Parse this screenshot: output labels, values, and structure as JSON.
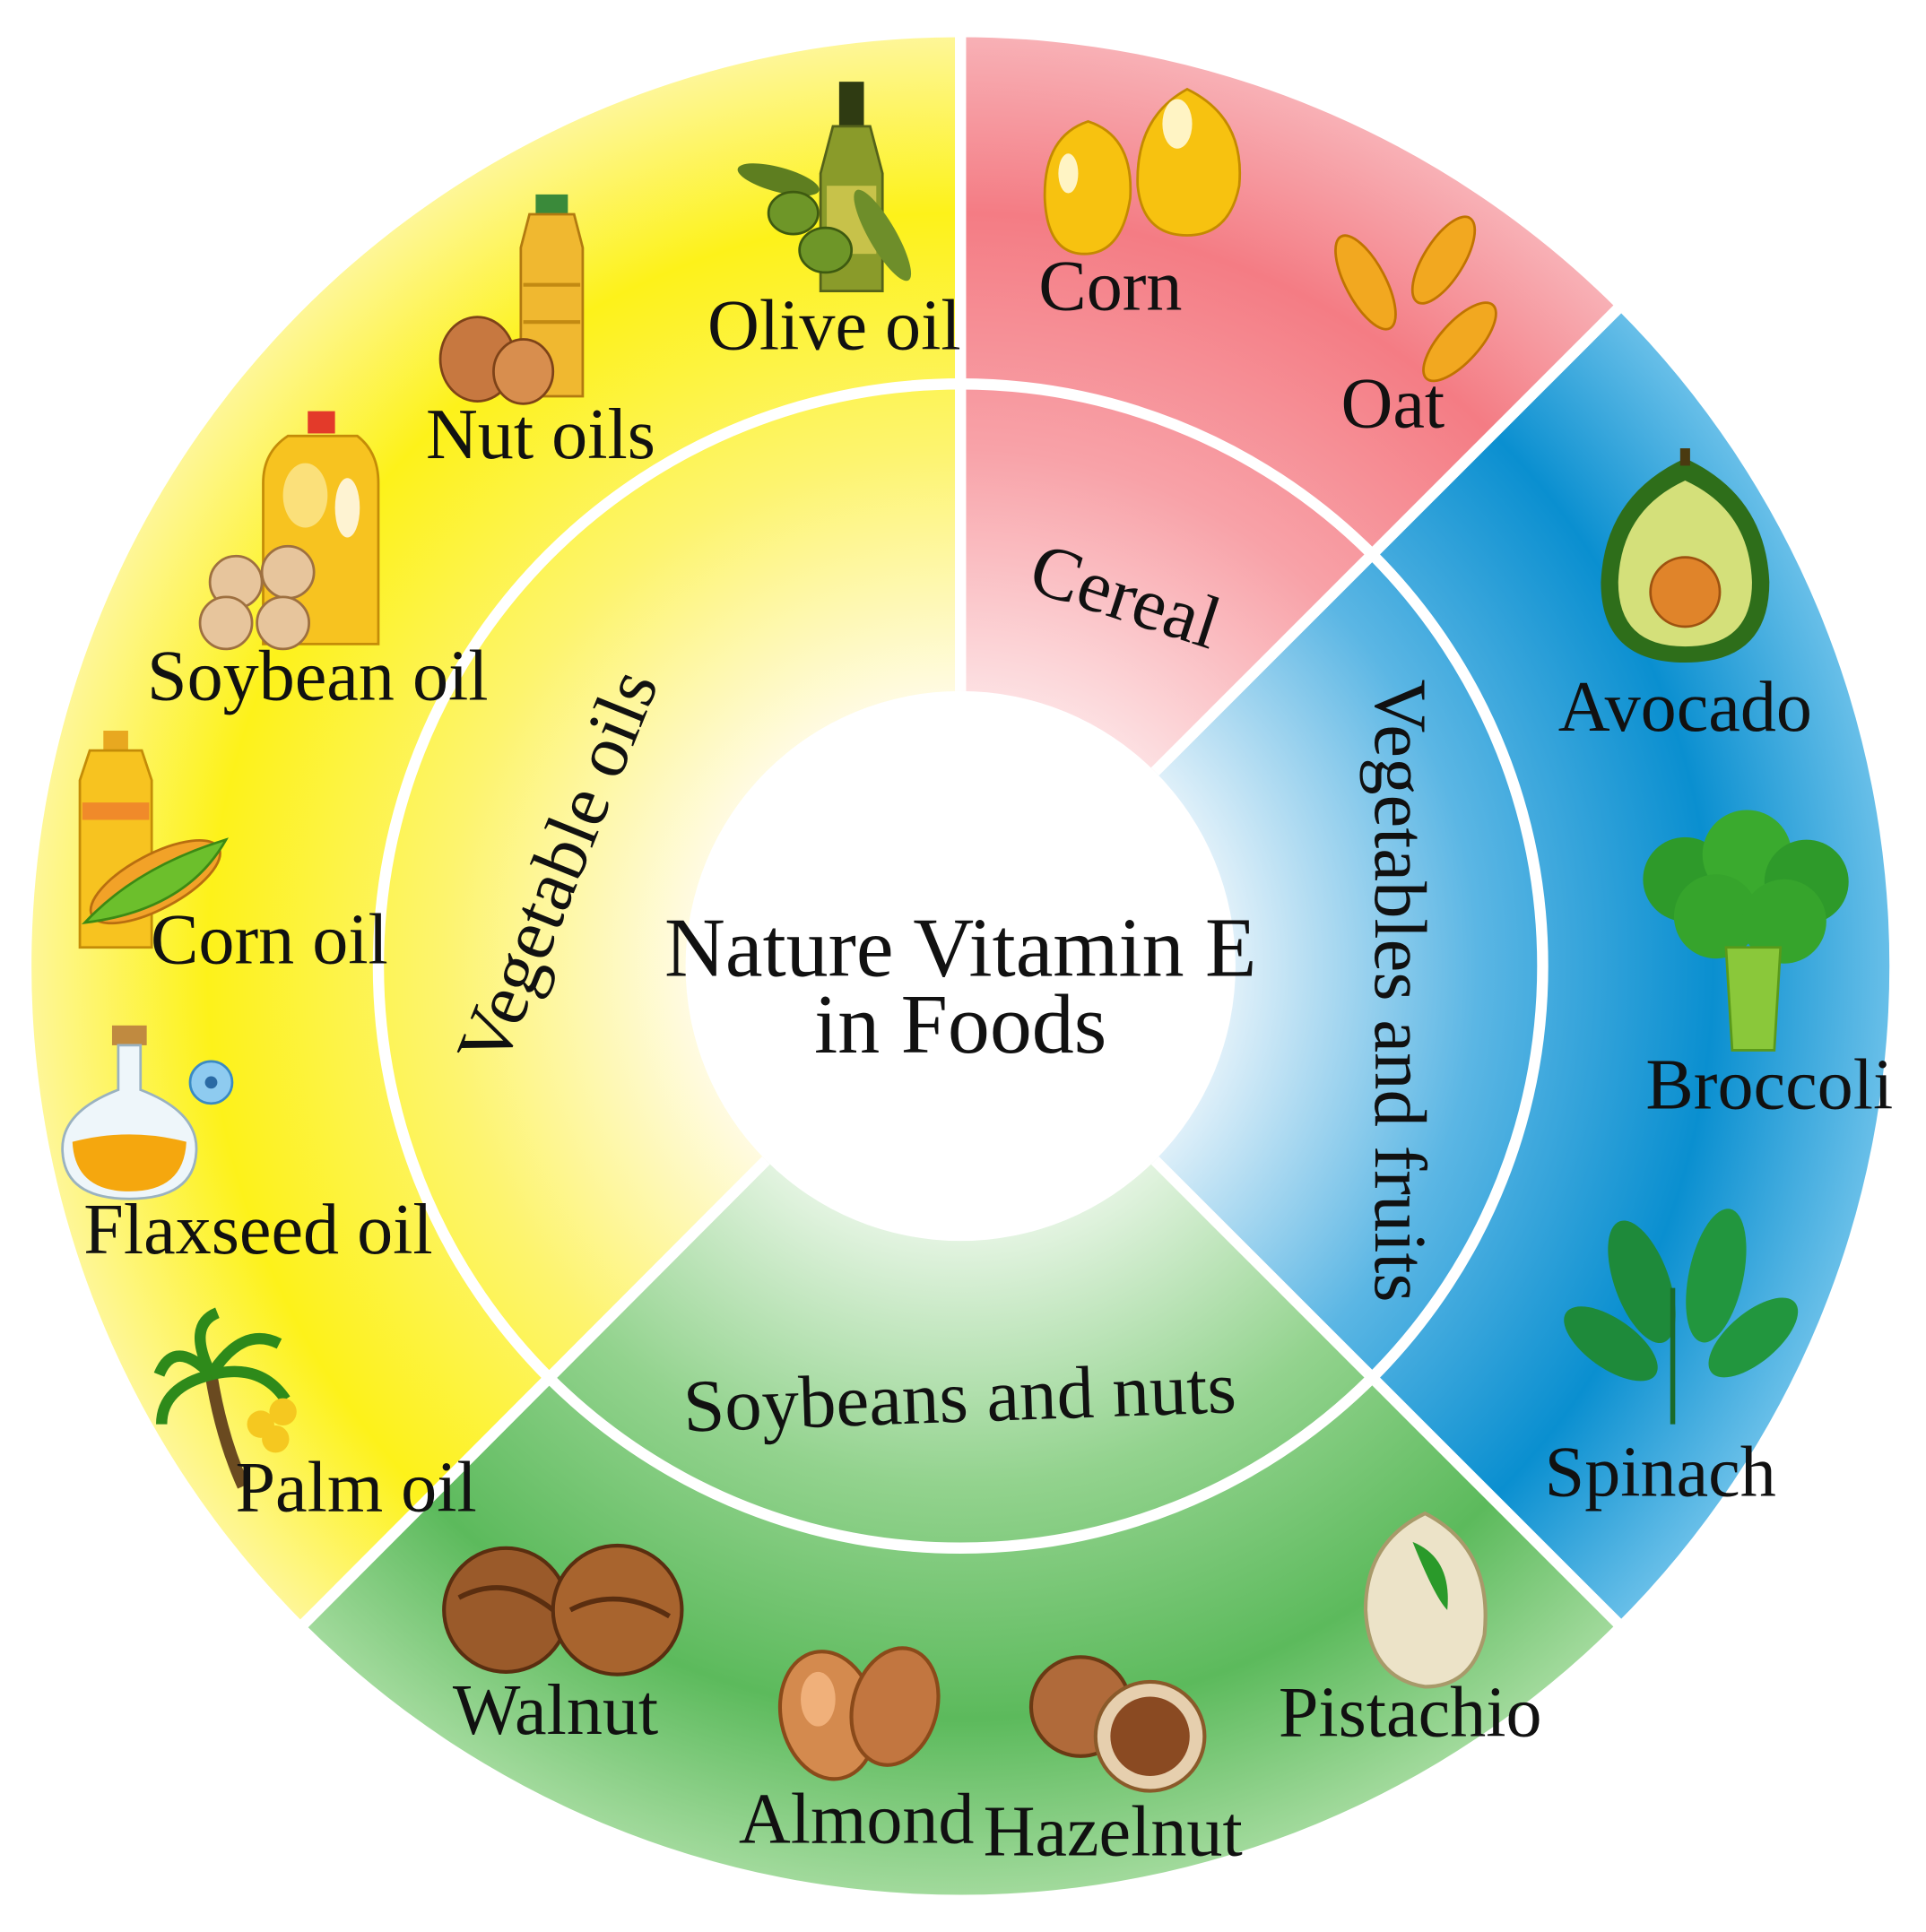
{
  "center": {
    "line1": "Nature Vitamin E",
    "line2": "in Foods"
  },
  "categories": {
    "vegetable_oils": "Vegetable oils",
    "cereal": "Cereal",
    "vegetables_fruits": "Vegetables and fruits",
    "soybeans_nuts": "Soybeans and nuts"
  },
  "items": {
    "olive_oil": "Olive oil",
    "nut_oils": "Nut oils",
    "soybean_oil": "Soybean oil",
    "corn_oil": "Corn oil",
    "flaxseed_oil": "Flaxseed oil",
    "palm_oil": "Palm oil",
    "corn": "Corn",
    "oat": "Oat",
    "avocado": "Avocado",
    "broccoli": "Broccoli",
    "spinach": "Spinach",
    "walnut": "Walnut",
    "almond": "Almond",
    "hazelnut": "Hazelnut",
    "pistachio": "Pistachio"
  },
  "colors": {
    "vegetable_oils": "#f9ee1e",
    "cereal": "#f47c84",
    "vegetables_fruits": "#0a8fd0",
    "soybeans_nuts": "#5cba5c"
  },
  "icons": {
    "olive_oil": "olive-oil-bottle-icon",
    "nut_oils": "nut-oil-bottle-icon",
    "soybean_oil": "soybean-oil-jug-icon",
    "corn_oil": "corn-oil-bottle-icon",
    "flaxseed_oil": "flaxseed-oil-flask-icon",
    "palm_oil": "palm-tree-icon",
    "corn": "corn-kernel-icon",
    "oat": "oat-grain-icon",
    "avocado": "avocado-icon",
    "broccoli": "broccoli-icon",
    "spinach": "spinach-icon",
    "walnut": "walnut-icon",
    "almond": "almond-icon",
    "hazelnut": "hazelnut-icon",
    "pistachio": "pistachio-icon"
  }
}
